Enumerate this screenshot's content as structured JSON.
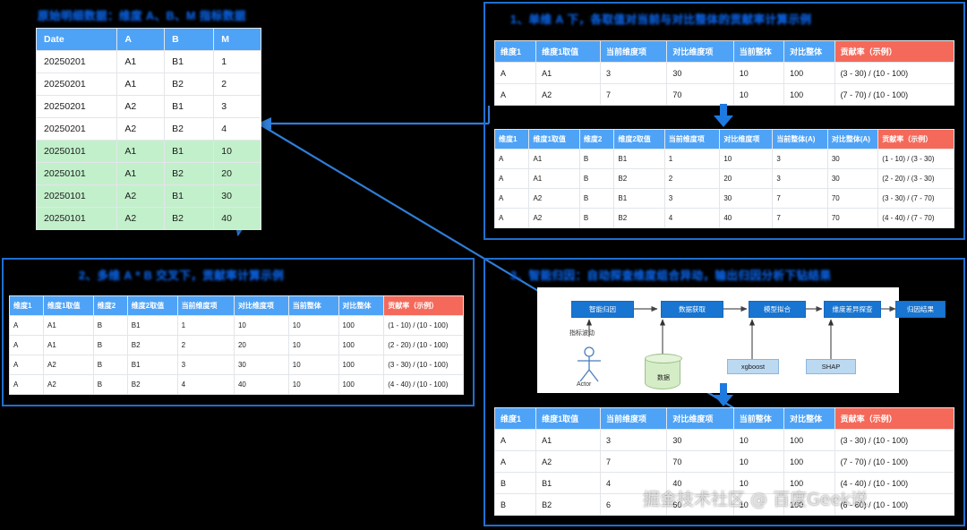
{
  "titles": {
    "top_left": "原始明细数据：维度 A、B、M 指标数据",
    "top_right": "1、单维 A 下，各取值对当前与对比整体的贡献率计算示例",
    "bottom_left": "2、多维 A * B 交叉下，贡献率计算示例",
    "bottom_right": "3、智能归因：自动探查维度组合异动，输出归因分析下钻结果"
  },
  "source_table": {
    "headers": [
      "Date",
      "A",
      "B",
      "M"
    ],
    "rows": [
      {
        "cells": [
          "20250201",
          "A1",
          "B1",
          "1"
        ],
        "highlight": false
      },
      {
        "cells": [
          "20250201",
          "A1",
          "B2",
          "2"
        ],
        "highlight": false
      },
      {
        "cells": [
          "20250201",
          "A2",
          "B1",
          "3"
        ],
        "highlight": false
      },
      {
        "cells": [
          "20250201",
          "A2",
          "B2",
          "4"
        ],
        "highlight": false
      },
      {
        "cells": [
          "20250101",
          "A1",
          "B1",
          "10"
        ],
        "highlight": true
      },
      {
        "cells": [
          "20250101",
          "A1",
          "B2",
          "20"
        ],
        "highlight": true
      },
      {
        "cells": [
          "20250101",
          "A2",
          "B1",
          "30"
        ],
        "highlight": true
      },
      {
        "cells": [
          "20250101",
          "A2",
          "B2",
          "40"
        ],
        "highlight": true
      }
    ]
  },
  "table_single_dim": {
    "headers": [
      "维度1",
      "维度1取值",
      "当前维度项",
      "对比维度项",
      "当前整体",
      "对比整体",
      "贡献率（示例）"
    ],
    "hot_header_index": 6,
    "rows": [
      [
        "A",
        "A1",
        "3",
        "30",
        "10",
        "100",
        "(3 - 30) / (10 - 100)"
      ],
      [
        "A",
        "A2",
        "7",
        "70",
        "10",
        "100",
        "(7 - 70) / (10 - 100)"
      ]
    ]
  },
  "table_cross_dim_tr": {
    "headers": [
      "维度1",
      "维度1取值",
      "维度2",
      "维度2取值",
      "当前维度项",
      "对比维度项",
      "当前整体(A)",
      "对比整体(A)",
      "贡献率（示例）"
    ],
    "hot_header_index": 8,
    "rows": [
      [
        "A",
        "A1",
        "B",
        "B1",
        "1",
        "10",
        "3",
        "30",
        "(1 - 10) / (3 - 30)"
      ],
      [
        "A",
        "A1",
        "B",
        "B2",
        "2",
        "20",
        "3",
        "30",
        "(2 - 20) / (3 - 30)"
      ],
      [
        "A",
        "A2",
        "B",
        "B1",
        "3",
        "30",
        "7",
        "70",
        "(3 - 30) / (7 - 70)"
      ],
      [
        "A",
        "A2",
        "B",
        "B2",
        "4",
        "40",
        "7",
        "70",
        "(4 - 40) / (7 - 70)"
      ]
    ]
  },
  "table_cross_dim_bl": {
    "headers": [
      "维度1",
      "维度1取值",
      "维度2",
      "维度2取值",
      "当前维度项",
      "对比维度项",
      "当前整体",
      "对比整体",
      "贡献率（示例）"
    ],
    "hot_header_index": 8,
    "rows": [
      [
        "A",
        "A1",
        "B",
        "B1",
        "1",
        "10",
        "10",
        "100",
        "(1 - 10) / (10 - 100)"
      ],
      [
        "A",
        "A1",
        "B",
        "B2",
        "2",
        "20",
        "10",
        "100",
        "(2 - 20) / (10 - 100)"
      ],
      [
        "A",
        "A2",
        "B",
        "B1",
        "3",
        "30",
        "10",
        "100",
        "(3 - 30) / (10 - 100)"
      ],
      [
        "A",
        "A2",
        "B",
        "B2",
        "4",
        "40",
        "10",
        "100",
        "(4 - 40) / (10 - 100)"
      ]
    ]
  },
  "table_attribution": {
    "headers": [
      "维度1",
      "维度1取值",
      "当前维度项",
      "对比维度项",
      "当前整体",
      "对比整体",
      "贡献率（示例）"
    ],
    "hot_header_index": 6,
    "rows": [
      [
        "A",
        "A1",
        "3",
        "30",
        "10",
        "100",
        "(3 - 30) / (10 - 100)"
      ],
      [
        "A",
        "A2",
        "7",
        "70",
        "10",
        "100",
        "(7 - 70) / (10 - 100)"
      ],
      [
        "B",
        "B1",
        "4",
        "40",
        "10",
        "100",
        "(4 - 40) / (10 - 100)"
      ],
      [
        "B",
        "B2",
        "6",
        "60",
        "10",
        "100",
        "(6 - 60) / (10 - 100)"
      ]
    ]
  },
  "flow": {
    "steps": [
      "智能归因",
      "数据获取",
      "模型拟合",
      "维度差异探查",
      "归因结果"
    ],
    "trigger_label": "指标波动",
    "actor_label": "Actor",
    "datastore_label": "数据",
    "tools": [
      "xgboost",
      "SHAP"
    ]
  },
  "watermark": "掘金技术社区 @ 百度Geek说",
  "colors": {
    "header_blue": "#4ea3f7",
    "hot_red": "#f4695a",
    "highlight_green": "#c2f0cb",
    "frame_blue": "#1f6fd0",
    "flow_blue": "#1875d1",
    "flow_light": "#bcd9f2",
    "cylinder_green": "#d4edc6"
  }
}
